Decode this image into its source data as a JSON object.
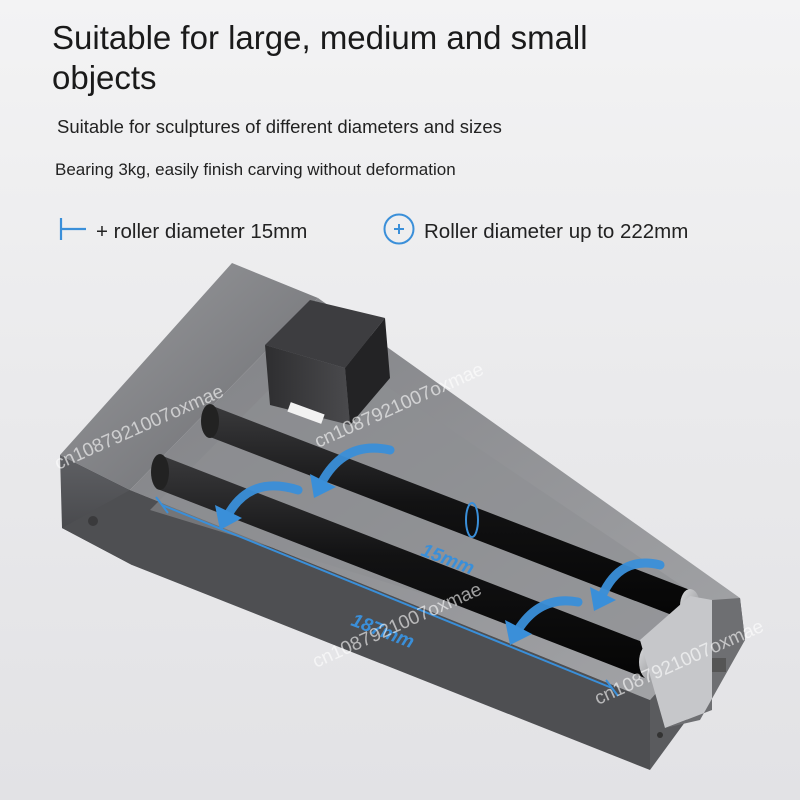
{
  "header": {
    "title": "Suitable for large, medium and small objects",
    "subtitle_1": "Suitable for sculptures of different diameters and sizes",
    "subtitle_2": "Bearing 3kg, easily finish carving without deformation"
  },
  "features": [
    {
      "icon": "min-diameter-icon",
      "label": "+ roller diameter 15mm"
    },
    {
      "icon": "plus-circle-icon",
      "label": "Roller diameter up to 222mm"
    }
  ],
  "product": {
    "dimension_diameter": "15mm",
    "dimension_length": "187mm",
    "watermark": "cn1087921007oxmae"
  },
  "colors": {
    "accent": "#3a8fd9",
    "body_metal": "#6c6d70",
    "roller": "#151515"
  }
}
